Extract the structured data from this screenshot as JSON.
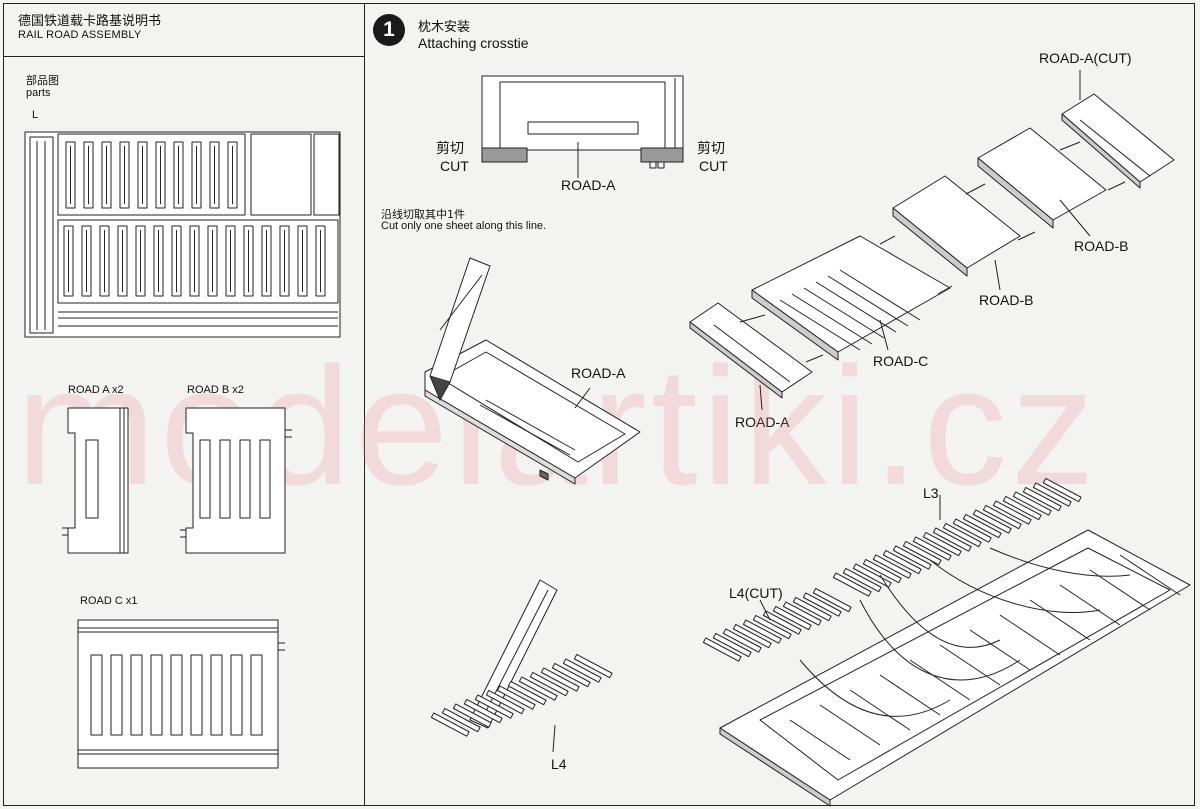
{
  "header": {
    "title_zh": "德国铁道载卡路基说明书",
    "title_en": "RAIL ROAD ASSEMBLY"
  },
  "parts_section": {
    "label_zh": "部品图",
    "label_en": "parts",
    "sprue_label": "L",
    "items": [
      {
        "label": "ROAD A x2"
      },
      {
        "label": "ROAD B x2"
      },
      {
        "label": "ROAD C x1"
      }
    ]
  },
  "step1": {
    "number": "1",
    "title_zh": "枕木安装",
    "title_en": "Attaching crosstie",
    "cut_zh": "剪切",
    "cut_en": "CUT",
    "road_a": "ROAD-A",
    "note_zh": "沿线切取其中1件",
    "note_en": "Cut only one sheet along this line.",
    "road_a_cut": "ROAD-A(CUT)",
    "road_b": "ROAD-B",
    "road_c": "ROAD-C",
    "l3": "L3",
    "l4_cut": "L4(CUT)",
    "l4": "L4"
  },
  "watermark": "modelartiki.cz",
  "colors": {
    "line": "#222222",
    "panel_fill": "#ffffff",
    "cut_shade": "#9a9a9a",
    "watermark": "#eb8282"
  }
}
